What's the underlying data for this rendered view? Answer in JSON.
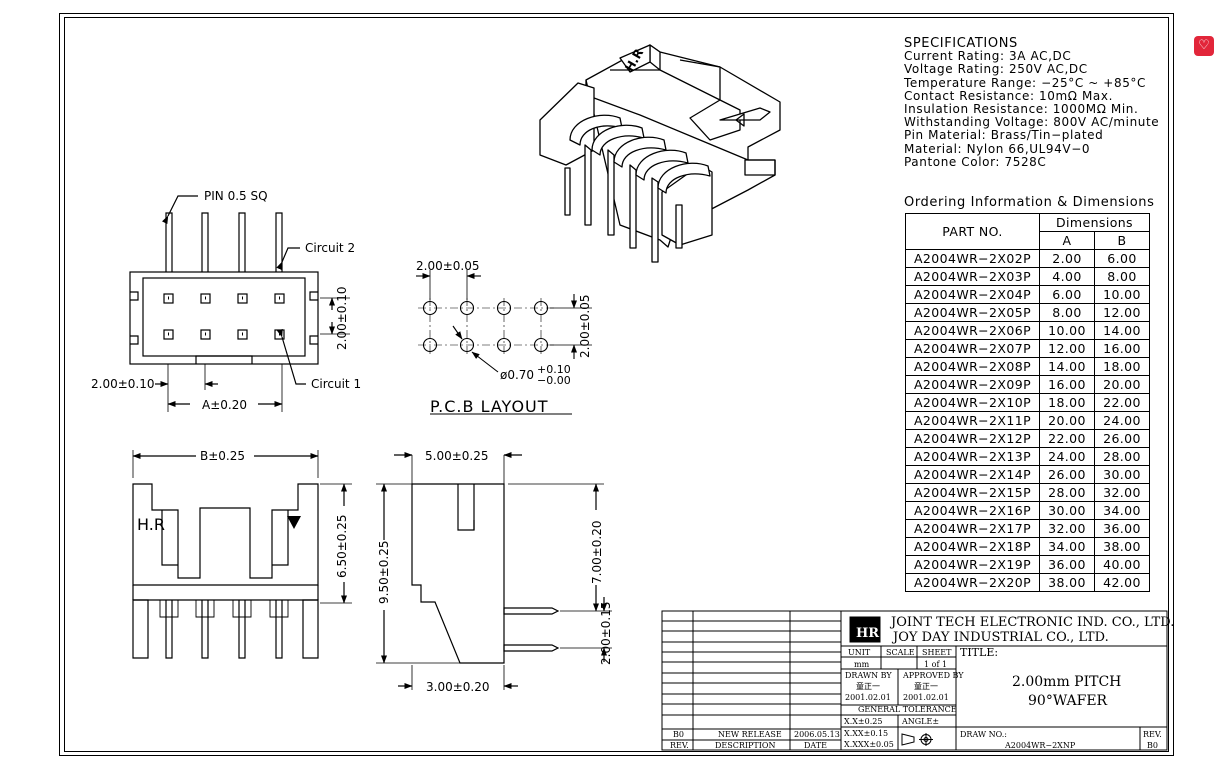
{
  "specifications": {
    "title": "SPECIFICATIONS",
    "lines": [
      "Current Rating: 3A AC,DC",
      "Voltage Rating: 250V AC,DC",
      "Temperature Range: −25°C ~ +85°C",
      "Contact Resistance: 10mΩ Max.",
      "Insulation Resistance: 1000MΩ Min.",
      "Withstanding Voltage: 800V AC/minute",
      "Pin Material: Brass/Tin−plated",
      "Material: Nylon 66,UL94V−0",
      "Pantone Color: 7528C"
    ]
  },
  "ordering": {
    "title": "Ordering Information & Dimensions",
    "header_part": "PART NO.",
    "header_dims": "Dimensions",
    "header_a": "A",
    "header_b": "B",
    "rows": [
      [
        "A2004WR−2X02P",
        "2.00",
        "6.00"
      ],
      [
        "A2004WR−2X03P",
        "4.00",
        "8.00"
      ],
      [
        "A2004WR−2X04P",
        "6.00",
        "10.00"
      ],
      [
        "A2004WR−2X05P",
        "8.00",
        "12.00"
      ],
      [
        "A2004WR−2X06P",
        "10.00",
        "14.00"
      ],
      [
        "A2004WR−2X07P",
        "12.00",
        "16.00"
      ],
      [
        "A2004WR−2X08P",
        "14.00",
        "18.00"
      ],
      [
        "A2004WR−2X09P",
        "16.00",
        "20.00"
      ],
      [
        "A2004WR−2X10P",
        "18.00",
        "22.00"
      ],
      [
        "A2004WR−2X11P",
        "20.00",
        "24.00"
      ],
      [
        "A2004WR−2X12P",
        "22.00",
        "26.00"
      ],
      [
        "A2004WR−2X13P",
        "24.00",
        "28.00"
      ],
      [
        "A2004WR−2X14P",
        "26.00",
        "30.00"
      ],
      [
        "A2004WR−2X15P",
        "28.00",
        "32.00"
      ],
      [
        "A2004WR−2X16P",
        "30.00",
        "34.00"
      ],
      [
        "A2004WR−2X17P",
        "32.00",
        "36.00"
      ],
      [
        "A2004WR−2X18P",
        "34.00",
        "38.00"
      ],
      [
        "A2004WR−2X19P",
        "36.00",
        "40.00"
      ],
      [
        "A2004WR−2X20P",
        "38.00",
        "42.00"
      ]
    ]
  },
  "top_view": {
    "pin_label": "PIN 0.5 SQ",
    "circuit2": "Circuit 2",
    "circuit1": "Circuit 1",
    "dim_pitch_v": "2.00±0.10",
    "dim_pitch_h": "2.00±0.10",
    "dim_a": "A±0.20"
  },
  "pcb": {
    "dim_h": "2.00±0.05",
    "dim_v": "2.00±0.05",
    "hole": "ø0.70",
    "hole_tol_plus": "+0.10",
    "hole_tol_minus": "−0.00",
    "title": "P.C.B LAYOUT"
  },
  "front_view": {
    "dim_b": "B±0.25",
    "dim_h": "6.50±0.25",
    "logo": "H.R"
  },
  "side_view": {
    "dim_top": "5.00±0.25",
    "dim_height": "9.50±0.25",
    "dim_pin": "7.00±0.20",
    "dim_pitch": "2.00±0.15",
    "dim_bottom": "3.00±0.20"
  },
  "iso_logo": "H.R",
  "title_block": {
    "company1": "JOINT TECH ELECTRONIC IND. CO., LTD.",
    "company2": "JOY DAY INDUSTRIAL CO., LTD.",
    "unit_label": "UNIT",
    "unit_value": "mm",
    "scale_label": "SCALE",
    "sheet_label": "SHEET",
    "sheet_value": "1 of 1",
    "title_label": "TITLE:",
    "title_line1": "2.00mm PITCH",
    "title_line2": "90°WAFER",
    "drawn_label": "DRAWN BY",
    "drawn_name": "童正一",
    "drawn_date": "2001.02.01",
    "approved_label": "APPROVED BY",
    "approved_name": "童正一",
    "approved_date": "2001.02.01",
    "tolerance_label": "GENERAL TOLERANCE",
    "tol1": "X.X±0.25",
    "tol2": "X.XX±0.15",
    "tol3": "X.XXX±0.05",
    "angle_label": "ANGLE±",
    "draw_no_label": "DRAW NO.:",
    "draw_no": "A2004WR−2XNP",
    "rev_label": "REV.",
    "rev_value": "B0",
    "rev_row": {
      "rev": "B0",
      "desc": "NEW RELEASE",
      "date": "2006.05.13"
    },
    "col_rev": "REV.",
    "col_desc": "DESCRIPTION",
    "col_date": "DATE"
  }
}
